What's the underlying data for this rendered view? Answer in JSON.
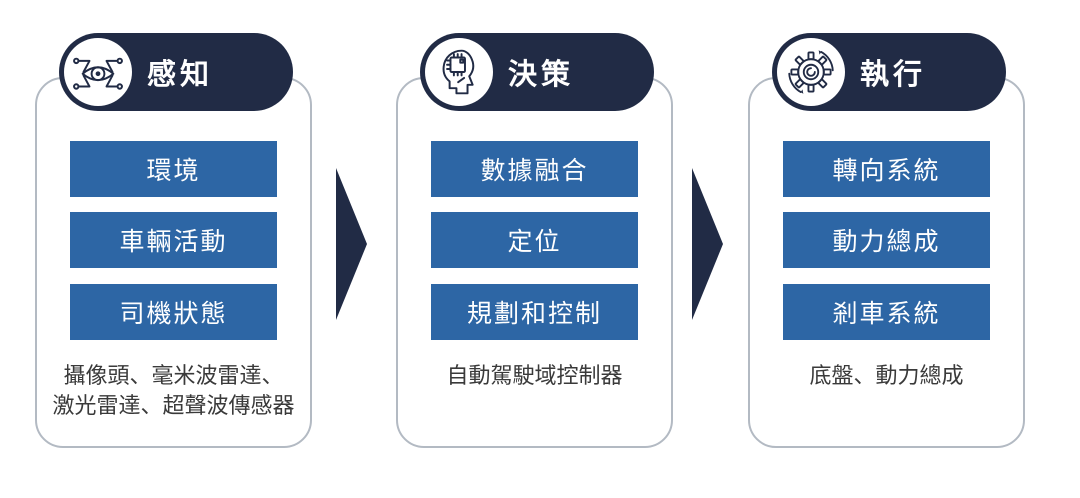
{
  "diagram": {
    "colors": {
      "header_navy": "#212b45",
      "box_blue": "#2d66a5",
      "card_border": "#b3bac3",
      "caption_text": "#3a3a3a",
      "arrow_navy": "#212b45"
    },
    "columns": [
      {
        "title": "感知",
        "icon": "eye-circuit-icon",
        "items": [
          "環境",
          "車輛活動",
          "司機狀態"
        ],
        "caption_lines": [
          "攝像頭、毫米波雷達、",
          "激光雷達、超聲波傳感器"
        ]
      },
      {
        "title": "決策",
        "icon": "head-chip-icon",
        "items": [
          "數據融合",
          "定位",
          "規劃和控制"
        ],
        "caption_lines": [
          "自動駕駛域控制器"
        ]
      },
      {
        "title": "執行",
        "icon": "gear-cycle-icon",
        "items": [
          "轉向系統",
          "動力總成",
          "剎車系統"
        ],
        "caption_lines": [
          "底盤、動力總成"
        ]
      }
    ]
  }
}
